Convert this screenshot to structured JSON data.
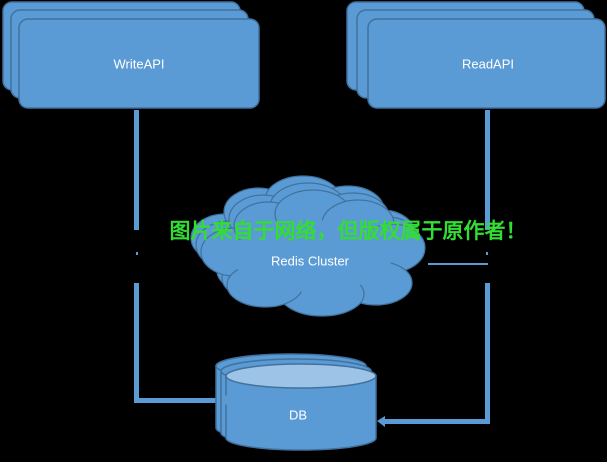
{
  "diagram": {
    "write_api_label": "WriteAPI",
    "read_api_label": "ReadAPI",
    "redis_label": "Redis Cluster",
    "db_label": "DB",
    "watermark_text": "图片来自于网络，但版权属于原作者！"
  },
  "colors": {
    "background": "#000000",
    "node_fill": "#5b9bd5",
    "node_stroke": "#41719c",
    "connector": "#5b9bd5",
    "label": "#ffffff",
    "watermark": "#33dd33"
  }
}
